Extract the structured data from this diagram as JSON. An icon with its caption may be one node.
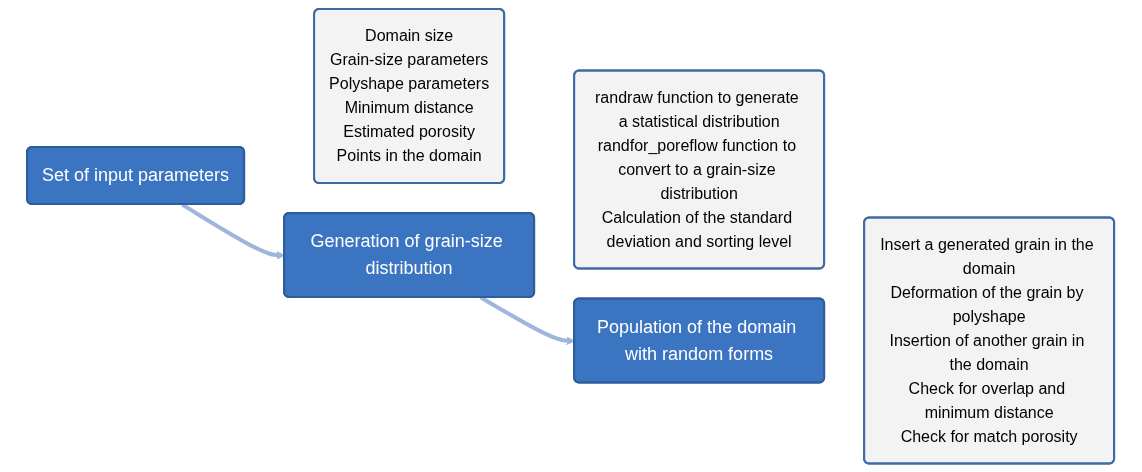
{
  "diagram": {
    "nodes": [
      {
        "text": [
          "Set of input parameters"
        ]
      },
      {
        "text": [
          "Domain size",
          "Grain-size parameters",
          "Polyshape parameters",
          "Minimum distance",
          "Estimated porosity",
          "Points in the domain"
        ]
      },
      {
        "text": [
          "Generation of grain-size distribution"
        ]
      },
      {
        "text": [
          "randraw function to generate a statistical distribution",
          "randfor_poreflow function to convert to a grain-size distribution",
          "Calculation of the standard deviation and sorting level"
        ]
      },
      {
        "text": [
          "Population of the domain with random forms"
        ]
      },
      {
        "text": [
          "Insert a generated grain in the domain",
          "Deformation of the grain by polyshape",
          "Insertion of another grain in the domain",
          "Check for overlap and minimum distance",
          "Check for match porosity"
        ]
      }
    ],
    "edges": [
      {
        "from": 0,
        "to": 2,
        "arrow": "to"
      },
      {
        "from": 2,
        "to": 4,
        "arrow": "to"
      }
    ]
  }
}
